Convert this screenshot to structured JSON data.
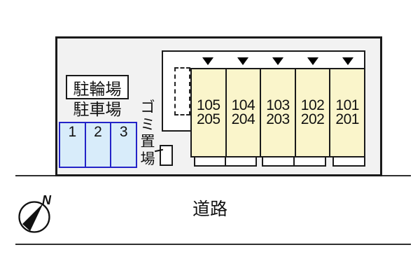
{
  "colors": {
    "site_fill": "#f2f2f2",
    "building_fill": "#ffffff",
    "unit_fill": "#faf5cb",
    "parking_fill": "#d8ecfa",
    "parking_border": "#2323c8",
    "line": "#1a1a1a",
    "road_line": "#2f2f2f"
  },
  "site_plan": {
    "bicycle_parking": {
      "label": "駐輪場"
    },
    "car_parking": {
      "label": "駐車場",
      "spaces": [
        "1",
        "2",
        "3"
      ]
    },
    "garbage_area": {
      "label": "ゴミ置場",
      "chars": [
        "ゴ",
        "ミ",
        "置",
        "場"
      ]
    },
    "building": {
      "units": [
        {
          "line1": "105",
          "line2": "205"
        },
        {
          "line1": "104",
          "line2": "204"
        },
        {
          "line1": "103",
          "line2": "203"
        },
        {
          "line1": "102",
          "line2": "202"
        },
        {
          "line1": "101",
          "line2": "201"
        }
      ]
    }
  },
  "road": {
    "label": "道路"
  },
  "compass": {
    "north": "N"
  }
}
